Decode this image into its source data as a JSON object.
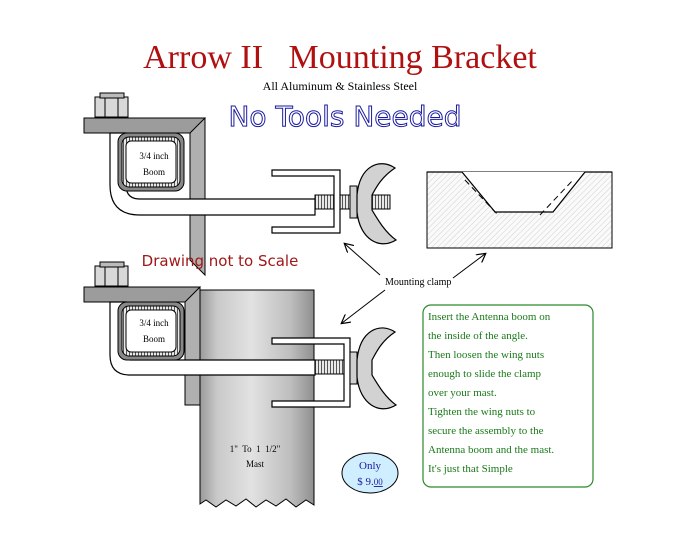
{
  "title": "Arrow II   Mounting Bracket",
  "subtitle": "All Aluminum & Stainless Steel",
  "tagline": "No Tools Needed",
  "note_scale": "Drawing not to Scale",
  "callout_clamp": "Mounting clamp",
  "boom_label_top": [
    "3/4 inch",
    "Boom"
  ],
  "boom_label_bottom": [
    "3/4 inch",
    "Boom"
  ],
  "mast_label": [
    "1\"  To  1  1/2\"",
    "Mast"
  ],
  "price": {
    "line1": "Only",
    "line2": "$ 9.",
    "cents": "00"
  },
  "instructions": [
    "Insert the Antenna boom on",
    "the inside of the angle.",
    "Then loosen the wing nuts",
    "enough to slide the clamp",
    "over your mast.",
    "Tighten the wing nuts to",
    "secure the assembly to the",
    "Antenna boom and the mast.",
    "It's just that Simple"
  ],
  "colors": {
    "title": "#b01010",
    "tagline": "#1a1aa0",
    "note": "#a01818",
    "instructions_text": "#1a7a1a",
    "instructions_border": "#2a8a2a",
    "price_text": "#1a1a9a",
    "price_fill": "#cfeeff"
  }
}
